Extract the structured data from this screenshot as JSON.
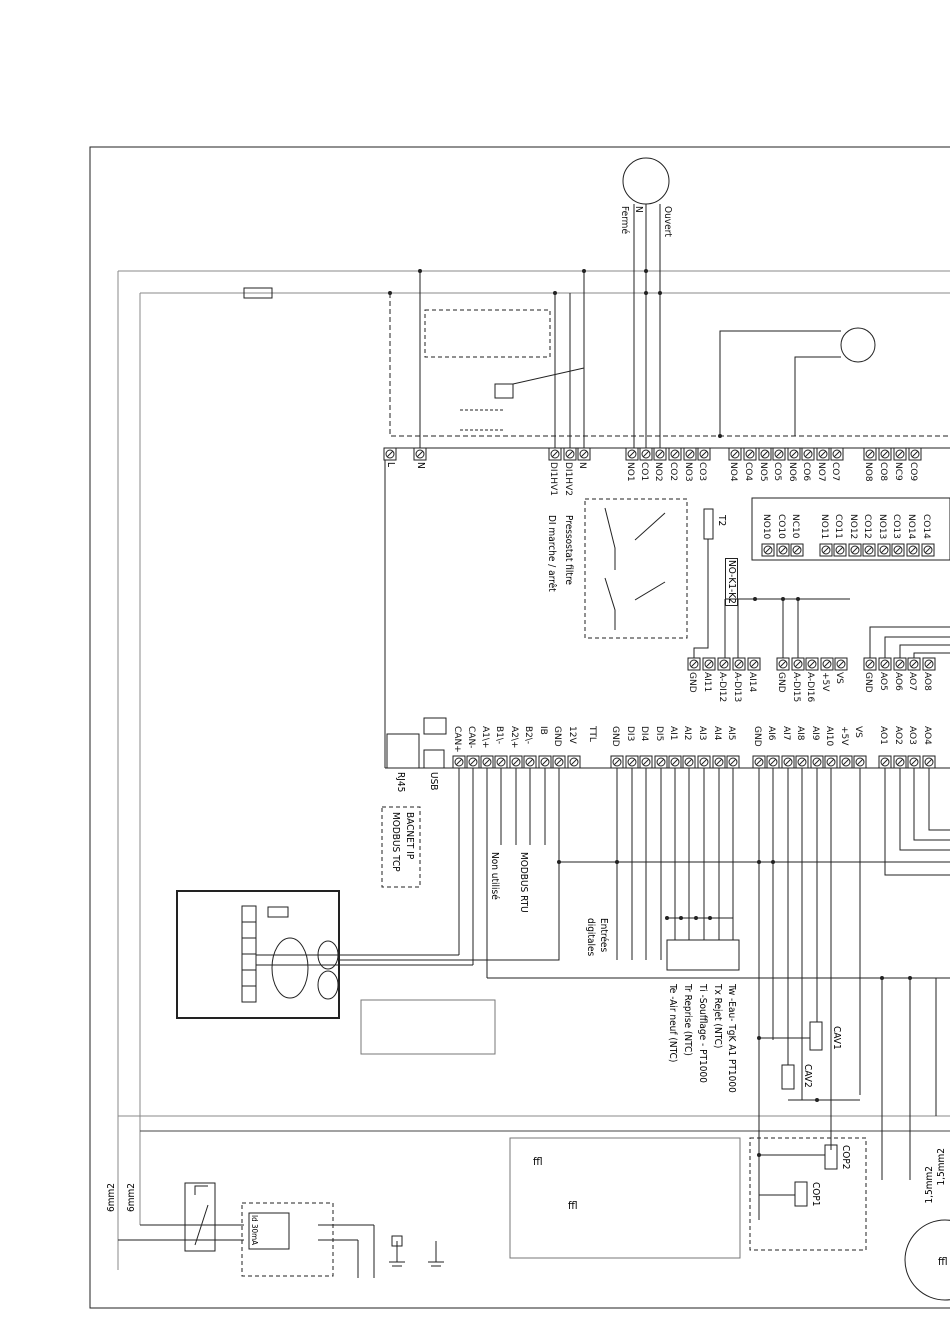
{
  "motor_top": {
    "left": "Fermé",
    "mid": "N",
    "right": "Ouvert"
  },
  "terminals_top": [
    "DI1HV1",
    "DI1HV2",
    "N",
    "NO1",
    "CO1",
    "NO2",
    "CO2",
    "NO3",
    "CO3",
    "NO4",
    "CO4",
    "NO5",
    "CO5",
    "NO6",
    "CO6",
    "NO7",
    "CO7",
    "NO8",
    "CO8",
    "NC9",
    "CO9"
  ],
  "terminals_mains": [
    "L",
    "N"
  ],
  "terminals_relay_block": [
    "NO10",
    "CO10",
    "NC10",
    "NO11",
    "CO11",
    "NO12",
    "CO12",
    "NO13",
    "CO13",
    "NO14",
    "CO14"
  ],
  "terminals_mid_row": [
    "GND",
    "AI11",
    "A-DI12",
    "A-DI13",
    "AI14",
    "GND",
    "A-DI15",
    "A-DI16",
    "+5V",
    "VS",
    "GND",
    "AO5",
    "AO6",
    "AO7",
    "AO8"
  ],
  "terminals_left_col": [
    "CAN+",
    "CAN-",
    "A1\\+",
    "B1\\-",
    "A2\\+",
    "B2\\-",
    "IB",
    "GND",
    "12V",
    "TTL"
  ],
  "terminals_bottom_row": [
    "GND",
    "DI3",
    "DI4",
    "DI5",
    "AI1",
    "AI2",
    "AI3",
    "AI4",
    "AI5",
    "GND",
    "AI6",
    "AI7",
    "AI8",
    "AI9",
    "AI10",
    "+5V",
    "VS",
    "AO1",
    "AO2",
    "AO3",
    "AO4"
  ],
  "pressostat": {
    "line1": "Pressostat filtre",
    "line2": "DI marche / arrêt"
  },
  "t2": "T2",
  "relay_label": "NO-K1-K2",
  "rj45": "RJ45",
  "usb": "USB",
  "bacnet": {
    "line1": "BACNET IP",
    "line2": "MODBUS TCP"
  },
  "modbus_rtu": "MODBUS RTU",
  "non_utilise": "Non utilisé",
  "entrees": {
    "line1": "Entrées",
    "line2": "digitales"
  },
  "sensors": [
    "Tw -Eau- TgK A1 PT1000",
    "Tx Rejet (NTC)",
    "Ti -Soufflage - PT1000",
    "Tr Reprise (NTC)",
    "Te -Air neuf (NTC)"
  ],
  "cav": [
    "CAV1",
    "CAV2"
  ],
  "cop": [
    "COP2",
    "COP1"
  ],
  "cable_sizes": [
    "6mm2",
    "6mm2",
    "1,5mm2",
    "1,5mm2"
  ],
  "breaker": "Id 30mA",
  "ffl": [
    "ffl",
    "ffl",
    "ffl"
  ]
}
